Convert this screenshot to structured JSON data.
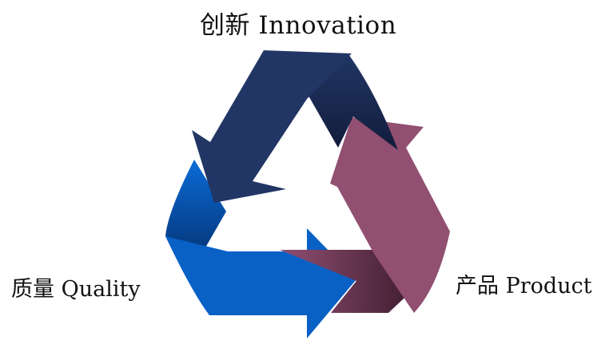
{
  "diagram": {
    "labels": {
      "top": "创新 Innovation",
      "left": "质量 Quality",
      "right": "产品 Product"
    },
    "colors": {
      "arrow_top": "#213664",
      "arrow_top_dark": "#17254a",
      "arrow_right": "#914f72",
      "arrow_right_dark": "#4a2236",
      "arrow_bottom": "#0961c6",
      "arrow_bottom_dark": "#053a80",
      "background": "#ffffff"
    }
  }
}
